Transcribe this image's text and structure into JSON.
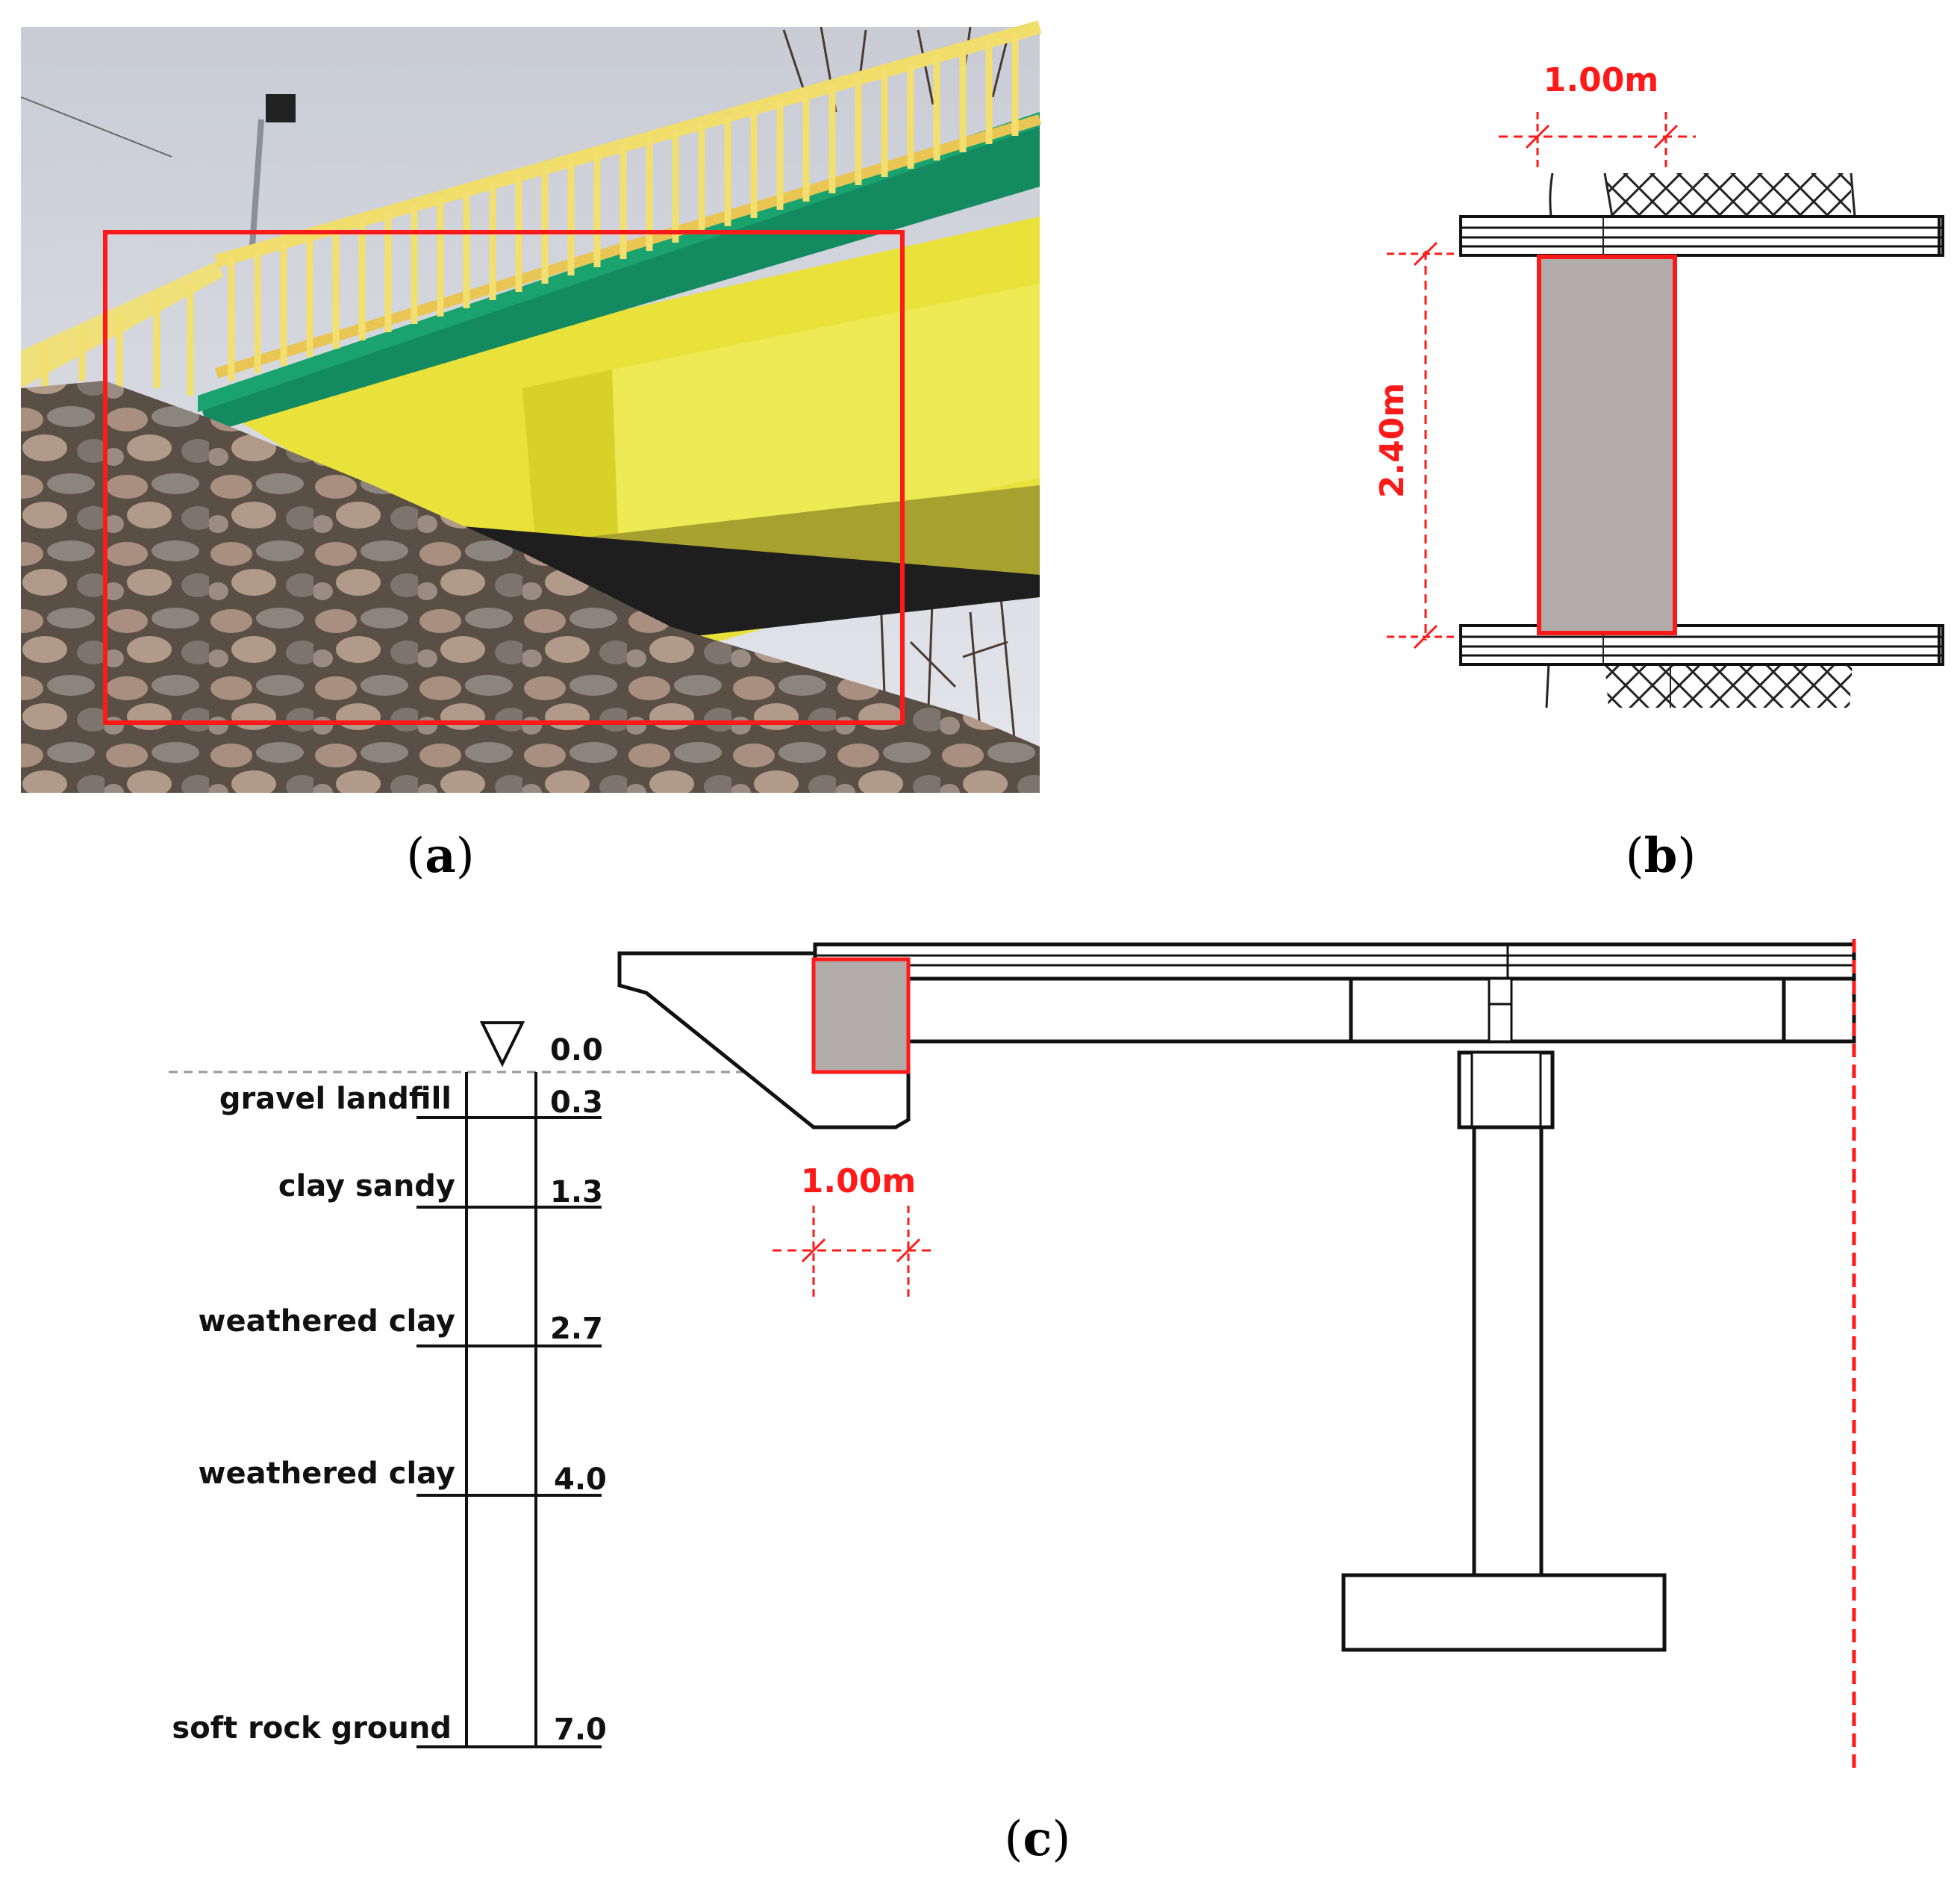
{
  "captions": {
    "a": "a",
    "b": "b",
    "c": "c"
  },
  "panel_b": {
    "width_label": "1.00m",
    "height_label": "2.40m"
  },
  "panel_c": {
    "width_label": "1.00m",
    "borehole": {
      "top_depth": "0.0",
      "layers": [
        {
          "name": "gravel landfill",
          "depth": "0.3"
        },
        {
          "name": "clay sandy",
          "depth": "1.3"
        },
        {
          "name": "weathered clay",
          "depth": "2.7"
        },
        {
          "name": "weathered clay",
          "depth": "4.0"
        },
        {
          "name": "soft rock ground",
          "depth": "7.0"
        }
      ]
    }
  },
  "colors": {
    "highlight": "#ff1a1a",
    "section_fill": "#b1acaa",
    "deck_green": "#138a5f",
    "girder_yellow": "#e8e23a"
  }
}
